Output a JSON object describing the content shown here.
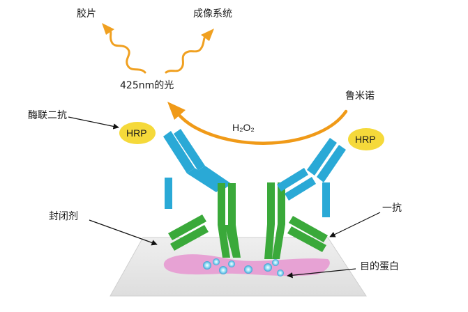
{
  "labels": {
    "film": "胶片",
    "imaging_system": "成像系统",
    "light": "425nm的光",
    "luminol": "鲁米诺",
    "h2o2": "H₂O₂",
    "secondary_antibody": "酶联二抗",
    "hrp": "HRP",
    "blocking_agent": "封闭剂",
    "primary_antibody": "一抗",
    "target_protein": "目的蛋白"
  },
  "colors": {
    "signal_arrow": "#f0a020",
    "reaction_arrow": "#f09a18",
    "hrp_fill": "#f5d93a",
    "heavy_chain": "#2aa9d6",
    "light_chain": "#3aa93a",
    "membrane": "#e7e7ea",
    "protein_band": "#e79ad2",
    "protein_dots": "#7fd3f0"
  }
}
